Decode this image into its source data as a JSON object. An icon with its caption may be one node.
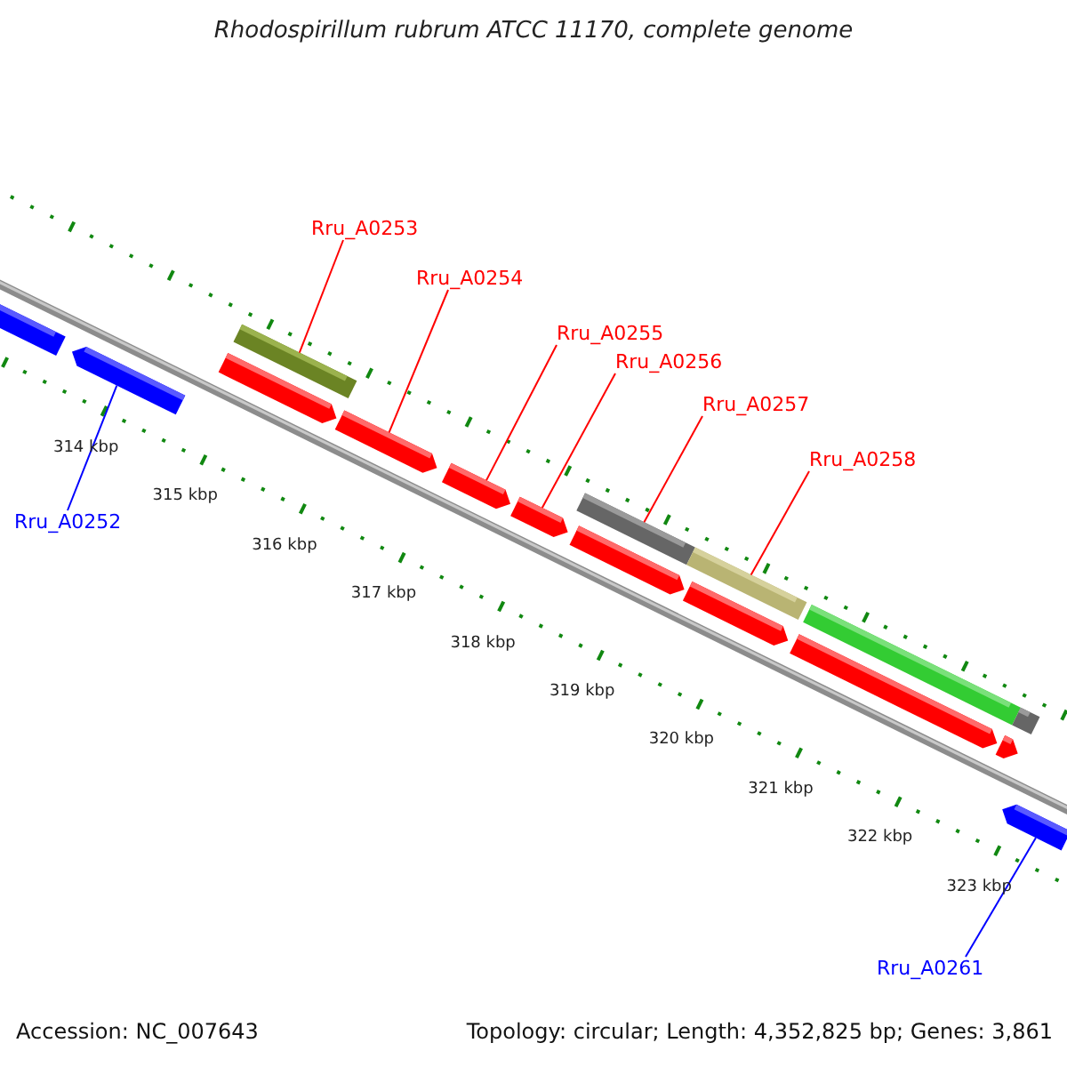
{
  "diagram": {
    "title": "Rhodospirillum rubrum ATCC 11170, complete genome",
    "nodes": [
      {
        "text": [
          "Rru_A0253"
        ]
      },
      {
        "text": [],
        "shape": "bar"
      },
      {
        "text": [
          "Rru_A0254"
        ]
      },
      {
        "text": [],
        "shape": "arrow"
      },
      {
        "text": [
          "Rru_A0255"
        ]
      },
      {
        "text": [],
        "shape": "arrow"
      },
      {
        "text": [
          "Rru_A0256"
        ]
      },
      {
        "text": [],
        "shape": "arrow"
      },
      {
        "text": [
          "Rru_A0257"
        ]
      },
      {
        "text": [],
        "shape": "bar"
      },
      {
        "text": [
          "Rru_A0258"
        ]
      },
      {
        "text": [],
        "shape": "bar"
      },
      {
        "text": [
          "Rru_A0252"
        ]
      },
      {
        "text": [],
        "shape": "arrow"
      },
      {
        "text": [
          "Rru_A0261"
        ]
      },
      {
        "text": [],
        "shape": "arrow"
      },
      {
        "text": [],
        "shape": "bar"
      },
      {
        "text": [],
        "shape": "bar"
      },
      {
        "text": [],
        "shape": "arrow"
      },
      {
        "text": [],
        "shape": "arrow"
      },
      {
        "text": [],
        "shape": "arrow"
      },
      {
        "text": [],
        "shape": "arrow"
      },
      {
        "text": [],
        "shape": "arrow"
      },
      {
        "text": [],
        "shape": "bar"
      }
    ],
    "edges": [
      {
        "from": 0,
        "to": 1,
        "arrow": "none"
      },
      {
        "from": 2,
        "to": 3,
        "arrow": "none"
      },
      {
        "from": 4,
        "to": 5,
        "arrow": "none"
      },
      {
        "from": 6,
        "to": 7,
        "arrow": "none"
      },
      {
        "from": 8,
        "to": 9,
        "arrow": "none"
      },
      {
        "from": 10,
        "to": 11,
        "arrow": "none"
      },
      {
        "from": 12,
        "to": 13,
        "arrow": "none",
        "color": "#0000ff"
      },
      {
        "from": 14,
        "to": 15,
        "arrow": "none",
        "color": "#0000ff"
      }
    ],
    "labels": [
      "314 kbp",
      "315 kbp",
      "316 kbp",
      "317 kbp",
      "318 kbp",
      "319 kbp",
      "320 kbp",
      "321 kbp",
      "322 kbp",
      "323 kbp",
      "Accession: NC_007643",
      "Topology: circular; Length: 4,352,825 bp; Genes: 3,861"
    ]
  }
}
